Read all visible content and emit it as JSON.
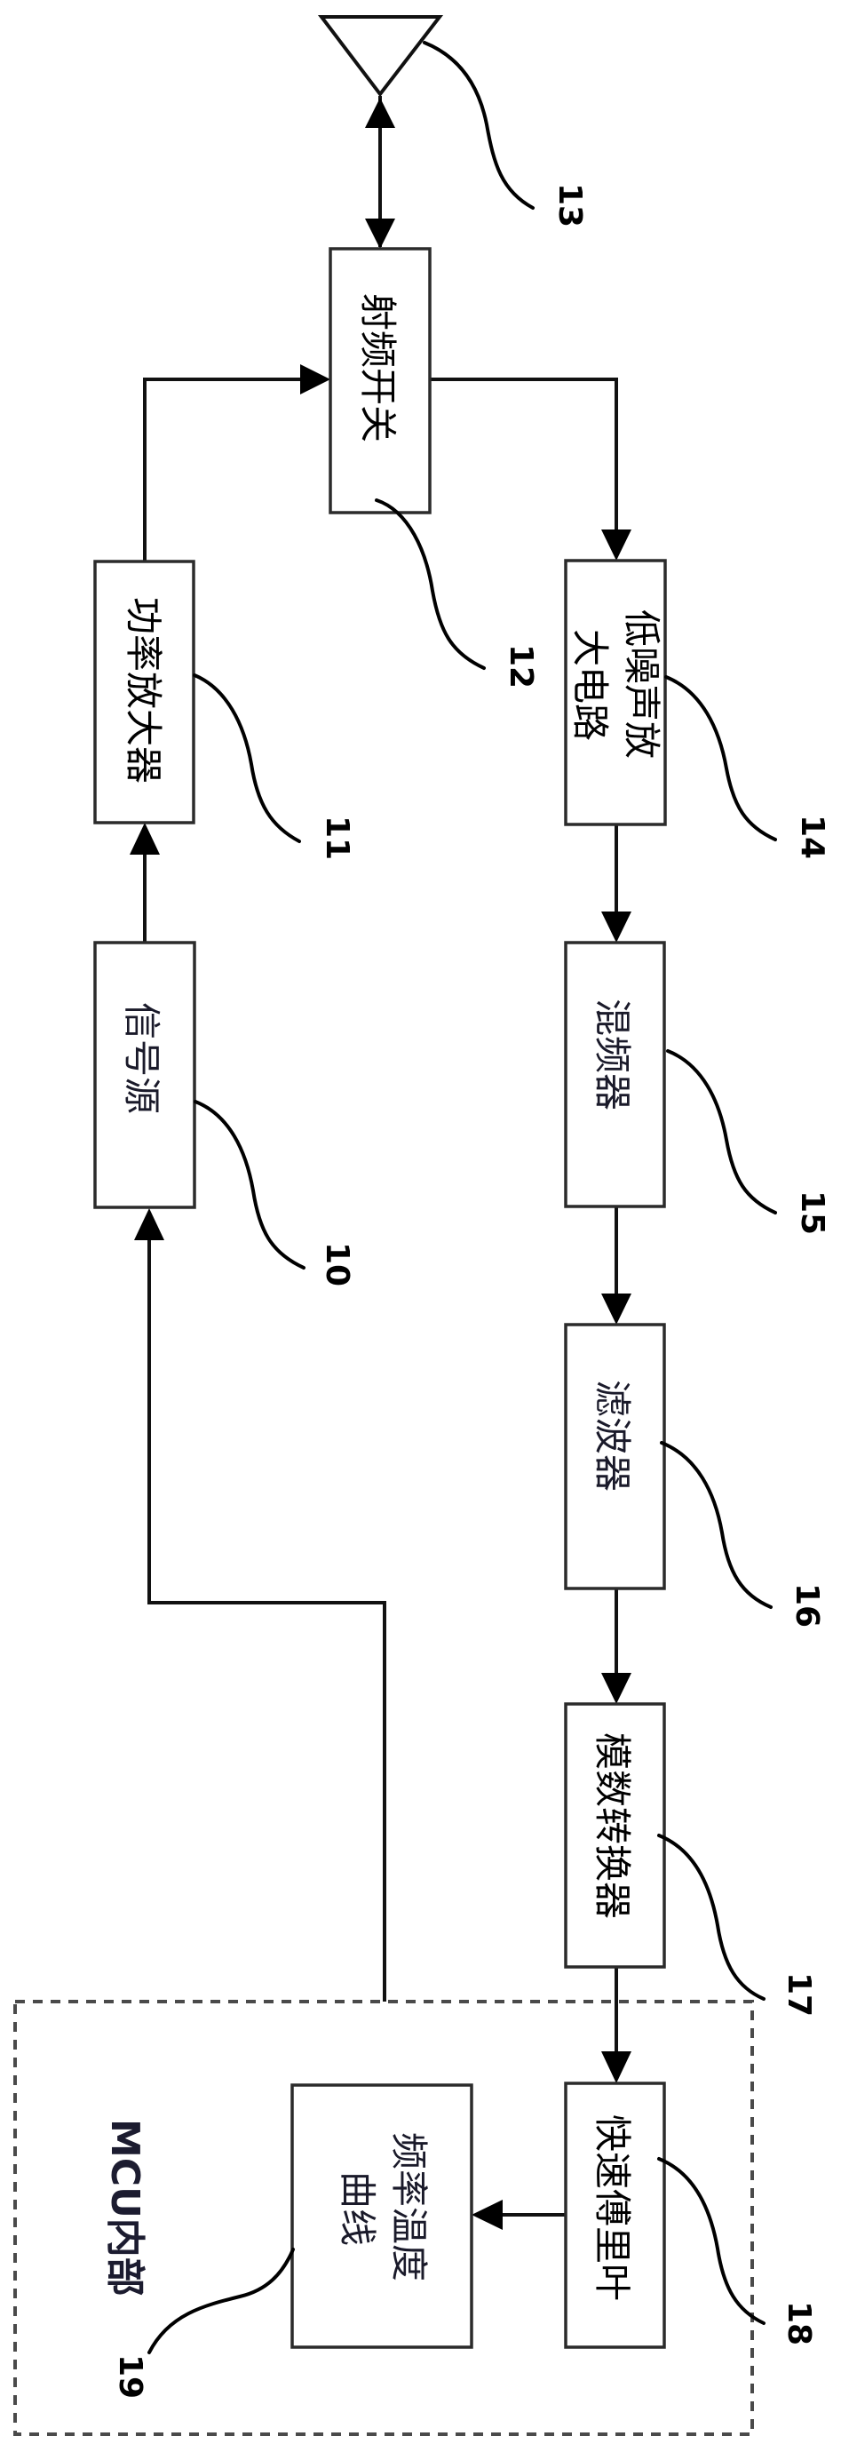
{
  "diagram": {
    "title": "Radar frequency-temperature measurement block diagram",
    "blocks": [
      {
        "id": "signal_source",
        "ref": "10",
        "lines": [
          "信号源"
        ]
      },
      {
        "id": "power_amplifier",
        "ref": "11",
        "lines": [
          "功率放大器"
        ]
      },
      {
        "id": "rf_switch",
        "ref": "12",
        "lines": [
          "射频开关"
        ]
      },
      {
        "id": "antenna",
        "ref": "13",
        "lines": []
      },
      {
        "id": "lna",
        "ref": "14",
        "lines": [
          "低噪声放",
          "大电路"
        ]
      },
      {
        "id": "mixer",
        "ref": "15",
        "lines": [
          "混频器"
        ]
      },
      {
        "id": "filter",
        "ref": "16",
        "lines": [
          "滤波器"
        ]
      },
      {
        "id": "adc",
        "ref": "17",
        "lines": [
          "模数转换器"
        ]
      },
      {
        "id": "fft",
        "ref": "18",
        "lines": [
          "快速傅里叶"
        ]
      },
      {
        "id": "freq_temp_curve",
        "ref": "19",
        "lines": [
          "频率温度",
          "曲线"
        ]
      }
    ],
    "mcu_region": {
      "label": "MCU内部"
    },
    "connections": [
      {
        "from": "signal_source",
        "to": "power_amplifier"
      },
      {
        "from": "power_amplifier",
        "to": "rf_switch"
      },
      {
        "from": "rf_switch",
        "to": "antenna",
        "bidirectional": true
      },
      {
        "from": "rf_switch",
        "to": "lna"
      },
      {
        "from": "lna",
        "to": "mixer"
      },
      {
        "from": "mixer",
        "to": "filter"
      },
      {
        "from": "filter",
        "to": "adc"
      },
      {
        "from": "adc",
        "to": "fft"
      },
      {
        "from": "fft",
        "to": "freq_temp_curve"
      },
      {
        "from": "mcu_region",
        "to": "signal_source"
      }
    ]
  }
}
